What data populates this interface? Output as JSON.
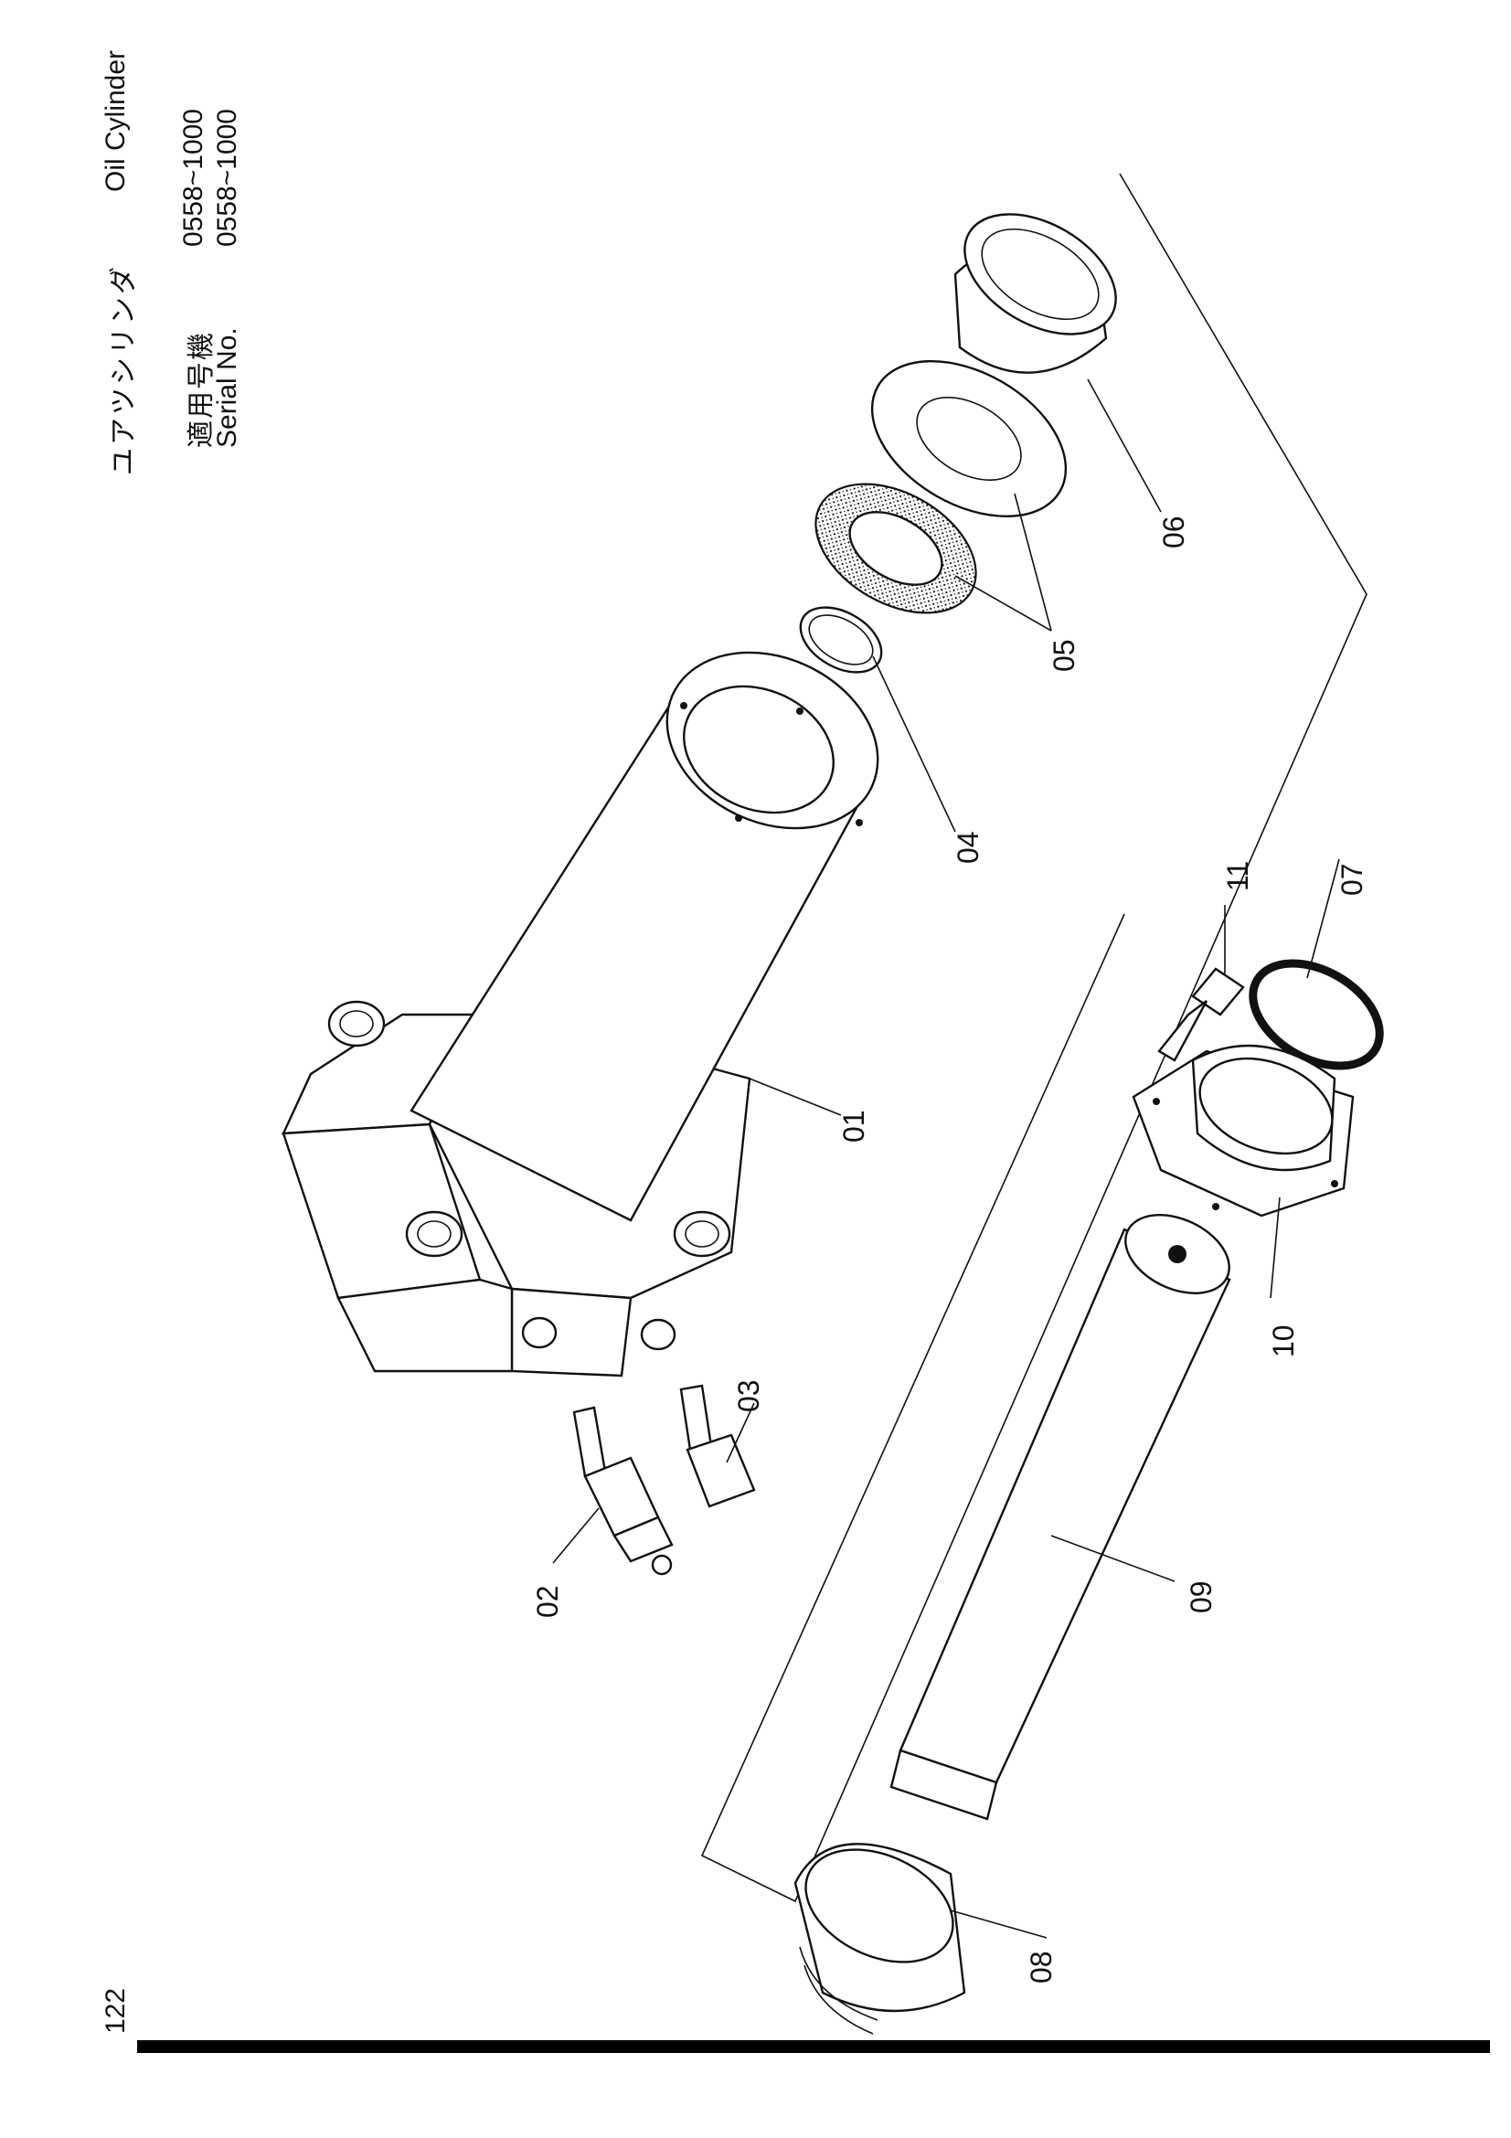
{
  "header": {
    "title_jp": "ユアツシリンダ",
    "title_en": "Oil Cylinder",
    "serial_label_jp": "適用号機",
    "serial_label_en": "Serial No.",
    "serial_range_jp": "0558~1000",
    "serial_range_en": "0558~1000"
  },
  "footer": {
    "page_number": "122"
  },
  "parts": [
    {
      "id": "01",
      "icon": "cylinder-body-icon"
    },
    {
      "id": "02",
      "icon": "grease-nipple-icon"
    },
    {
      "id": "03",
      "icon": "plug-icon"
    },
    {
      "id": "04",
      "icon": "snap-ring-icon"
    },
    {
      "id": "05",
      "icon": "seal-icon"
    },
    {
      "id": "06",
      "icon": "bushing-icon"
    },
    {
      "id": "07",
      "icon": "o-ring-icon"
    },
    {
      "id": "08",
      "icon": "piston-icon"
    },
    {
      "id": "09",
      "icon": "rod-icon"
    },
    {
      "id": "10",
      "icon": "flange-cover-icon"
    },
    {
      "id": "11",
      "icon": "bolt-icon"
    }
  ],
  "colors": {
    "ink": "#111111",
    "paper": "#ffffff"
  }
}
